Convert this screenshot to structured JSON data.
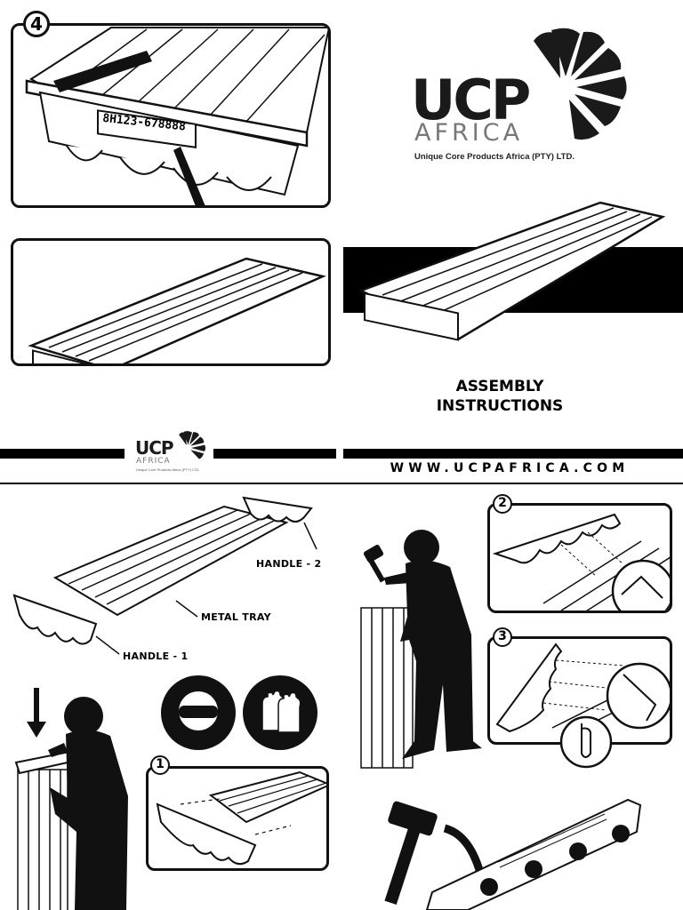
{
  "brand": {
    "logo_main": "UCP",
    "logo_sub": "AFRICA",
    "tagline": "Unique Core Products Africa (PTY) LTD."
  },
  "cover": {
    "title_line1": "ASSEMBLY",
    "title_line2": "INSTRUCTIONS",
    "website": "WWW.UCPAFRICA.COM"
  },
  "steps": {
    "step1": "1",
    "step2": "2",
    "step3": "3",
    "step4": "4"
  },
  "parts": {
    "handle2": "HANDLE - 2",
    "tray": "METAL TRAY",
    "handle1": "HANDLE - 1"
  },
  "label_code": "8H123-678888",
  "icons": [
    "safety-goggles-icon",
    "safety-gloves-icon",
    "hammer-icon",
    "down-arrow-icon"
  ]
}
